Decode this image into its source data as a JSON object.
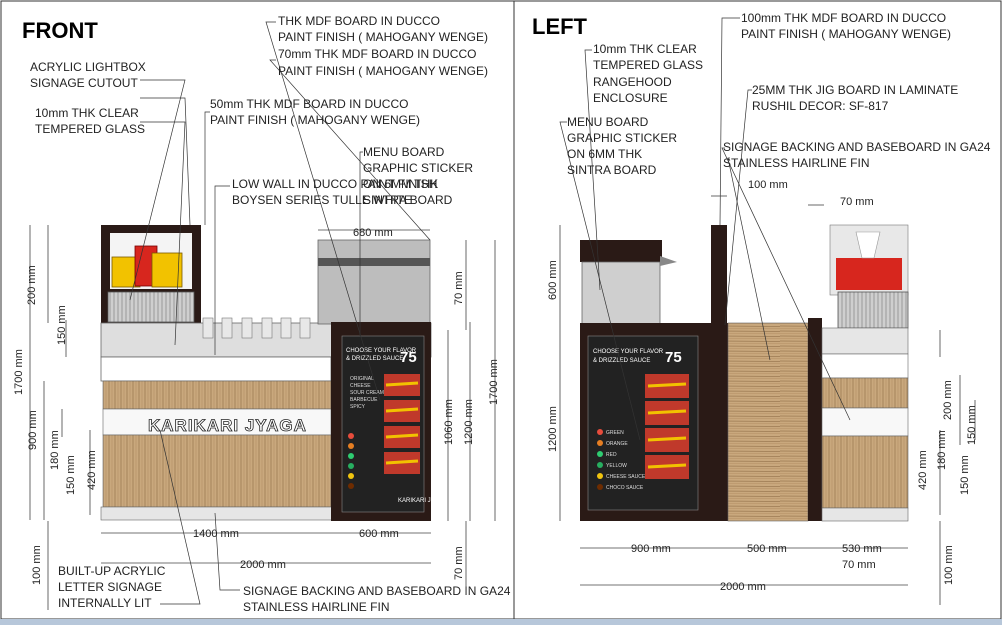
{
  "front": {
    "title": "FRONT",
    "notes": {
      "lightbox": [
        "ACRYLIC LIGHTBOX",
        "SIGNAGE CUTOUT"
      ],
      "glass": [
        "10mm THK CLEAR",
        "TEMPERED GLASS"
      ],
      "mdf50": [
        "50mm THK MDF BOARD IN DUCCO",
        "PAINT FINISH ( MAHOGANY WENGE)"
      ],
      "mdf_top": [
        "THK MDF BOARD IN DUCCO",
        "PAINT FINISH ( MAHOGANY WENGE)",
        "70mm THK MDF BOARD IN DUCCO",
        "PAINT FINISH ( MAHOGANY WENGE)"
      ],
      "menu": [
        "MENU BOARD",
        "GRAPHIC STICKER",
        "ON 6MM THK",
        "SINTRA BOARD"
      ],
      "lowwall": [
        "LOW WALL IN DUCCO PAINT FINISH",
        "BOYSEN SERIES TULLE WHITE"
      ],
      "acrylic": [
        "BUILT-UP ACRYLIC",
        "LETTER SIGNAGE",
        "INTERNALLY LIT"
      ],
      "signage": [
        "SIGNAGE BACKING AND BASEBOARD IN GA24",
        "STAINLESS HAIRLINE FIN"
      ]
    },
    "dims": {
      "d680": "680 mm",
      "d200": "200 mm",
      "d150": "150 mm",
      "d1700l": "1700 mm",
      "d900": "900 mm",
      "d180": "180 mm",
      "d150b": "150 mm",
      "d420": "420 mm",
      "d70": "70 mm",
      "d1060": "1060 mm",
      "d1200": "1200 mm",
      "d1700r": "1700 mm",
      "d1400": "1400 mm",
      "d600": "600 mm",
      "d2000": "2000 mm",
      "d100": "100 mm",
      "d70b": "70 mm"
    },
    "sign_text": "KARIKARI JYAGA"
  },
  "left": {
    "title": "LEFT",
    "notes": {
      "mdf100": [
        "100mm THK MDF BOARD IN DUCCO",
        "PAINT FINISH ( MAHOGANY WENGE)"
      ],
      "glass": [
        "10mm THK CLEAR",
        "TEMPERED GLASS",
        "RANGEHOOD",
        "ENCLOSURE"
      ],
      "jig": [
        "25MM THK JIG BOARD IN LAMINATE",
        "RUSHIL DECOR: SF-817"
      ],
      "menu": [
        "MENU BOARD",
        "GRAPHIC STICKER",
        "ON 6MM THK",
        "SINTRA BOARD"
      ],
      "signage": [
        "SIGNAGE BACKING AND BASEBOARD IN GA24",
        "STAINLESS HAIRLINE FIN"
      ]
    },
    "dims": {
      "d100": "100 mm",
      "d70": "70 mm",
      "d600": "600 mm",
      "d1200": "1200 mm",
      "d200": "200 mm",
      "d150": "150 mm",
      "d180": "180 mm",
      "d420": "420 mm",
      "d150b": "150 mm",
      "d900": "900 mm",
      "d500": "500 mm",
      "d530": "530 mm",
      "d70b": "70 mm",
      "d2000": "2000 mm",
      "d100b": "100 mm"
    }
  },
  "menu_board": {
    "heading1": "CHOOSE YOUR FLAVOR",
    "heading2": "& DRIZZLED SAUCE",
    "price": "75",
    "items": [
      "ORIGINAL",
      "CHEESE",
      "SOUR CREAM",
      "BARBECUE",
      "SPICY"
    ],
    "sauces": [
      "GREEN",
      "ORANGE",
      "RED",
      "YELLOW",
      "CHEESE SAUCE",
      "CHOCO SAUCE"
    ]
  },
  "colors": {
    "wenge": "#2a1a16",
    "wood": "#c7a77c",
    "steel": "#9a9a9a",
    "yellow": "#f2c200",
    "red": "#d7261e"
  }
}
